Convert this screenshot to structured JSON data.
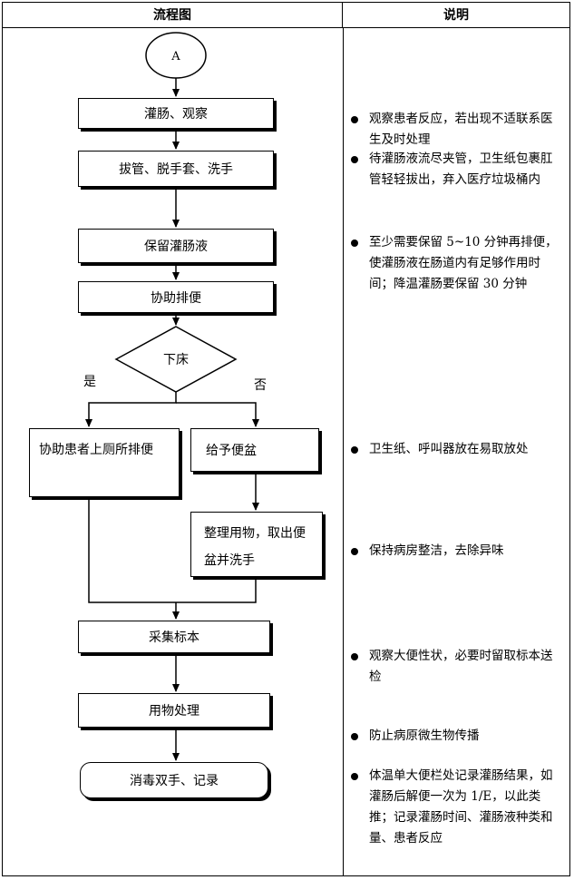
{
  "headers": {
    "flowchart": "流程图",
    "notes": "说明"
  },
  "connector": {
    "label": "A"
  },
  "steps": {
    "enema_observe": "灌肠、观察",
    "remove_tube": "拔管、脱手套、洗手",
    "retain_solution": "保留灌肠液",
    "assist_defecation": "协助排便",
    "toilet": "协助患者上厕所排便",
    "bedpan": "给予便盆",
    "tidy_up": "整理用物，取出便盆并洗手",
    "collect_specimen": "采集标本",
    "disposal": "用物处理",
    "finish": "消毒双手、记录"
  },
  "decision": {
    "label": "下床",
    "yes": "是",
    "no": "否"
  },
  "notes": [
    "观察患者反应，若出现不适联系医生及时处理",
    "待灌肠液流尽夹管，卫生纸包裹肛管轻轻拔出，弃入医疗垃圾桶内",
    "至少需要保留 5~10 分钟再排便，使灌肠液在肠道内有足够作用时间；降温灌肠要保留 30 分钟",
    "卫生纸、呼叫器放在易取放处",
    "保持病房整洁，去除异味",
    "观察大便性状，必要时留取标本送检",
    "防止病原微生物传播",
    "体温单大便栏处记录灌肠结果，如灌肠后解便一次为 1/E，以此类推；记录灌肠时间、灌肠液种类和量、患者反应"
  ]
}
